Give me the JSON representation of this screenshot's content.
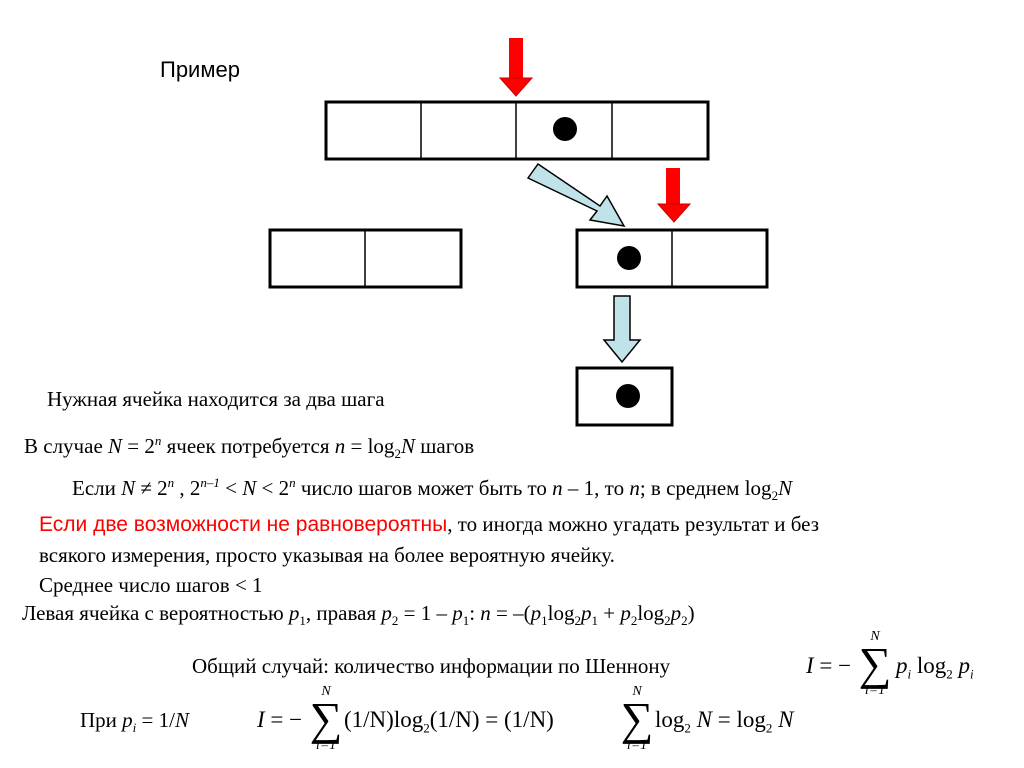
{
  "title": "Пример",
  "caption_two_steps": "Нужная ячейка находится за два шага",
  "line1": {
    "pre": "В случае ",
    "N": "N",
    "eq": " = 2",
    "n_sup": "n",
    "mid": " ячеек потребуется ",
    "n": "n",
    "eq2": " = log",
    "sub2": "2",
    "N2": "N",
    "post": " шагов"
  },
  "line2": {
    "pre": "Если ",
    "N": "N",
    "neq": " ≠ 2",
    "n_sup": "n",
    "comma": " , 2",
    "sup_nm1": "n–1",
    "lt": " < ",
    "N2": "N",
    "lt2": " < 2",
    "n_sup2": "n",
    "mid": " число шагов может быть то ",
    "n": "n",
    "minus": " – 1, то ",
    "n2": "n",
    "avg": "; в среднем log",
    "sub2": "2",
    "N3": "N"
  },
  "line3": {
    "red_part": "Если две возможности не равновероятны",
    "rest": ", то иногда можно угадать результат и без",
    "line2": "всякого измерения, просто указывая на более вероятную ячейку."
  },
  "line4": "Среднее число шагов < 1",
  "line5": {
    "pre": "Левая ячейка с вероятностью ",
    "p": "p",
    "s1": "1",
    "mid": ", правая ",
    "p2": "p",
    "s2": "2",
    "eq": " = 1 – ",
    "p3": "p",
    "s3": "1",
    "colon": ":   ",
    "n": "n",
    "formula": " = –(",
    "fa": "p",
    "fa_s": "1",
    "log1": "log",
    "log1_s": "2",
    "fb": "p",
    "fb_s": "1",
    "plus": " + ",
    "fc": "p",
    "fc_s": "2",
    "log2": "log",
    "log2_s": "2",
    "fd": "p",
    "fd_s": "2",
    "close": ")"
  },
  "shannon": {
    "text": "Общий случай: количество информации по Шеннону",
    "I": "I",
    "eq": " = −",
    "sum_top": "N",
    "sum_bottom": "i=1",
    "sigma": "∑",
    "p": "p",
    "pi_s": "i",
    "log": " log",
    "log_s": "2",
    "p2": "p",
    "p2_s": "i"
  },
  "uniform": {
    "pre": "При ",
    "p": "p",
    "pi_s": "i",
    "eq": " = 1/",
    "N": "N",
    "I": "I",
    "eq2": " = −",
    "sum_top": "N",
    "sum_bottom": "i=1",
    "sigma": "∑",
    "frac1": "(1/N)",
    "log": "log",
    "log_s": "2",
    "frac2": "(1/N)",
    "eq3": " = (1/N)",
    "sum2_top": "N",
    "sum2_bottom": "i=1",
    "log2": "log",
    "log2_s": "2",
    "N2": " N",
    "eq4": " = log",
    "log3_s": "2",
    "N3": " N"
  }
}
